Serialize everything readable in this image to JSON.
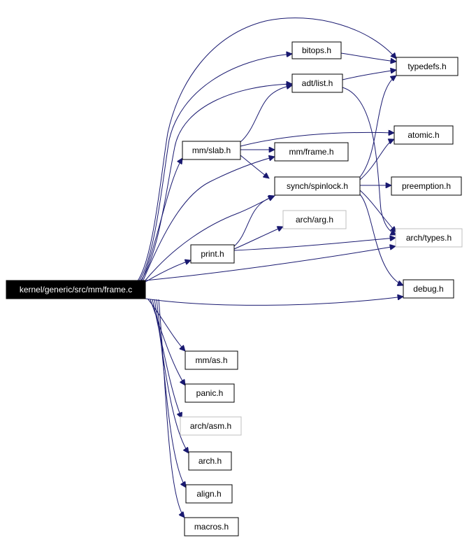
{
  "diagram": {
    "type": "include-dependency-graph",
    "colors": {
      "edge": "#191970",
      "root_fill": "#000000",
      "root_text": "#ffffff",
      "node_border": "#000000",
      "missing_node_border": "#bfbfbf"
    },
    "nodes": [
      {
        "id": "root",
        "label": "kernel/generic/src/mm/frame.c",
        "style": "root"
      },
      {
        "id": "bitops",
        "label": "bitops.h",
        "style": "normal"
      },
      {
        "id": "typedefs",
        "label": "typedefs.h",
        "style": "normal"
      },
      {
        "id": "adtlist",
        "label": "adt/list.h",
        "style": "normal"
      },
      {
        "id": "atomic",
        "label": "atomic.h",
        "style": "normal"
      },
      {
        "id": "mmslab",
        "label": "mm/slab.h",
        "style": "normal"
      },
      {
        "id": "mmframe",
        "label": "mm/frame.h",
        "style": "normal"
      },
      {
        "id": "spinlock",
        "label": "synch/spinlock.h",
        "style": "normal"
      },
      {
        "id": "preemption",
        "label": "preemption.h",
        "style": "normal"
      },
      {
        "id": "archarg",
        "label": "arch/arg.h",
        "style": "grey"
      },
      {
        "id": "archtypes",
        "label": "arch/types.h",
        "style": "grey"
      },
      {
        "id": "print",
        "label": "print.h",
        "style": "normal"
      },
      {
        "id": "debug",
        "label": "debug.h",
        "style": "normal"
      },
      {
        "id": "mmas",
        "label": "mm/as.h",
        "style": "normal"
      },
      {
        "id": "panic",
        "label": "panic.h",
        "style": "normal"
      },
      {
        "id": "archasm",
        "label": "arch/asm.h",
        "style": "grey"
      },
      {
        "id": "arch",
        "label": "arch.h",
        "style": "normal"
      },
      {
        "id": "align",
        "label": "align.h",
        "style": "normal"
      },
      {
        "id": "macros",
        "label": "macros.h",
        "style": "normal"
      }
    ],
    "edges": [
      {
        "from": "root",
        "to": "typedefs"
      },
      {
        "from": "root",
        "to": "bitops"
      },
      {
        "from": "root",
        "to": "adtlist"
      },
      {
        "from": "root",
        "to": "mmslab"
      },
      {
        "from": "root",
        "to": "mmframe"
      },
      {
        "from": "root",
        "to": "spinlock"
      },
      {
        "from": "root",
        "to": "print"
      },
      {
        "from": "root",
        "to": "archtypes"
      },
      {
        "from": "root",
        "to": "debug"
      },
      {
        "from": "root",
        "to": "mmas"
      },
      {
        "from": "root",
        "to": "panic"
      },
      {
        "from": "root",
        "to": "archasm"
      },
      {
        "from": "root",
        "to": "arch"
      },
      {
        "from": "root",
        "to": "align"
      },
      {
        "from": "root",
        "to": "macros"
      },
      {
        "from": "bitops",
        "to": "typedefs"
      },
      {
        "from": "adtlist",
        "to": "typedefs"
      },
      {
        "from": "adtlist",
        "to": "archtypes"
      },
      {
        "from": "mmslab",
        "to": "adtlist"
      },
      {
        "from": "mmslab",
        "to": "atomic"
      },
      {
        "from": "mmslab",
        "to": "mmframe"
      },
      {
        "from": "mmslab",
        "to": "spinlock"
      },
      {
        "from": "spinlock",
        "to": "typedefs"
      },
      {
        "from": "spinlock",
        "to": "atomic"
      },
      {
        "from": "spinlock",
        "to": "preemption"
      },
      {
        "from": "spinlock",
        "to": "archtypes"
      },
      {
        "from": "spinlock",
        "to": "debug"
      },
      {
        "from": "print",
        "to": "spinlock"
      },
      {
        "from": "print",
        "to": "archarg"
      },
      {
        "from": "print",
        "to": "archtypes"
      }
    ]
  }
}
